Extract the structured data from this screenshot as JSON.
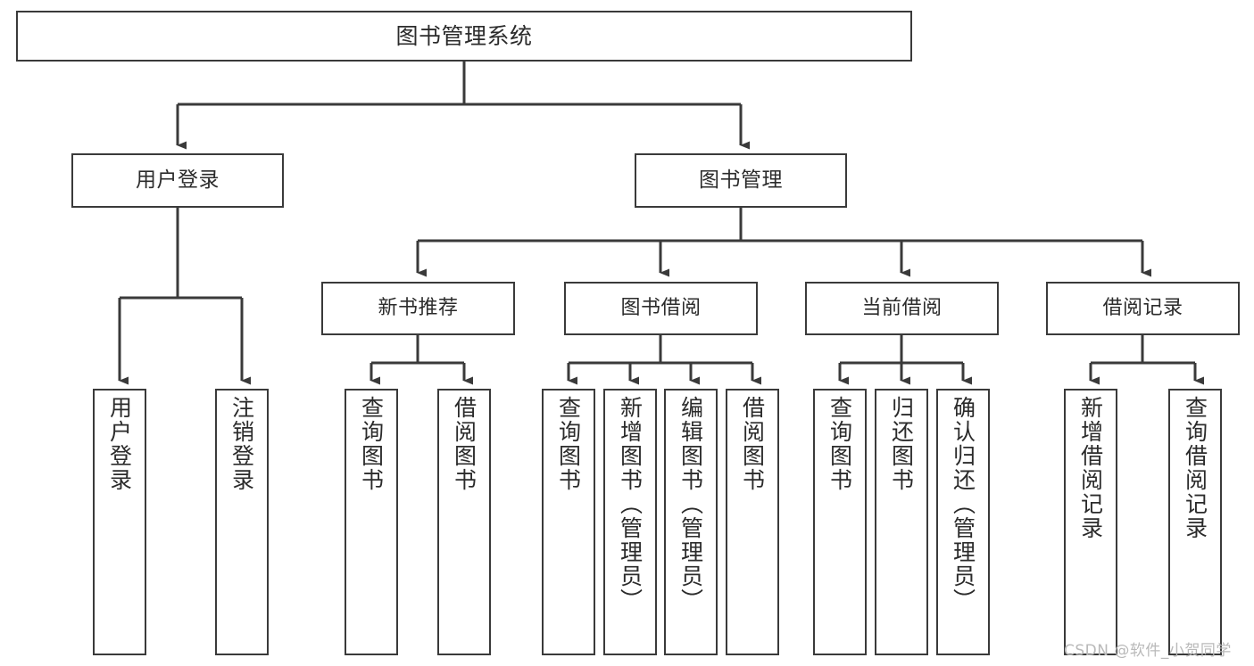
{
  "diagram": {
    "title": "图书管理系统",
    "type": "tree",
    "watermark": "CSDN @软件_小贺同学",
    "colors": {
      "background": "#ffffff",
      "box_border": "#3a3a3a",
      "connector": "#3a3a3a",
      "text": "#2b2b2b",
      "watermark": "#b9b9b9"
    },
    "root": {
      "label": "图书管理系统"
    },
    "level2": [
      {
        "label": "用户登录"
      },
      {
        "label": "图书管理"
      }
    ],
    "level3": [
      {
        "label": "新书推荐"
      },
      {
        "label": "图书借阅"
      },
      {
        "label": "当前借阅"
      },
      {
        "label": "借阅记录"
      }
    ],
    "leaves": {
      "user_login": [
        {
          "label": "用户登录"
        },
        {
          "label": "注销登录"
        }
      ],
      "new_book_recommend": [
        {
          "label": "查询图书"
        },
        {
          "label": "借阅图书"
        }
      ],
      "book_borrow": [
        {
          "label": "查询图书"
        },
        {
          "label": "新增图书（管理员）"
        },
        {
          "label": "编辑图书（管理员）"
        },
        {
          "label": "借阅图书"
        }
      ],
      "current_borrow": [
        {
          "label": "查询图书"
        },
        {
          "label": "归还图书"
        },
        {
          "label": "确认归还（管理员）"
        }
      ],
      "borrow_record": [
        {
          "label": "新增借阅记录"
        },
        {
          "label": "查询借阅记录"
        }
      ]
    }
  }
}
